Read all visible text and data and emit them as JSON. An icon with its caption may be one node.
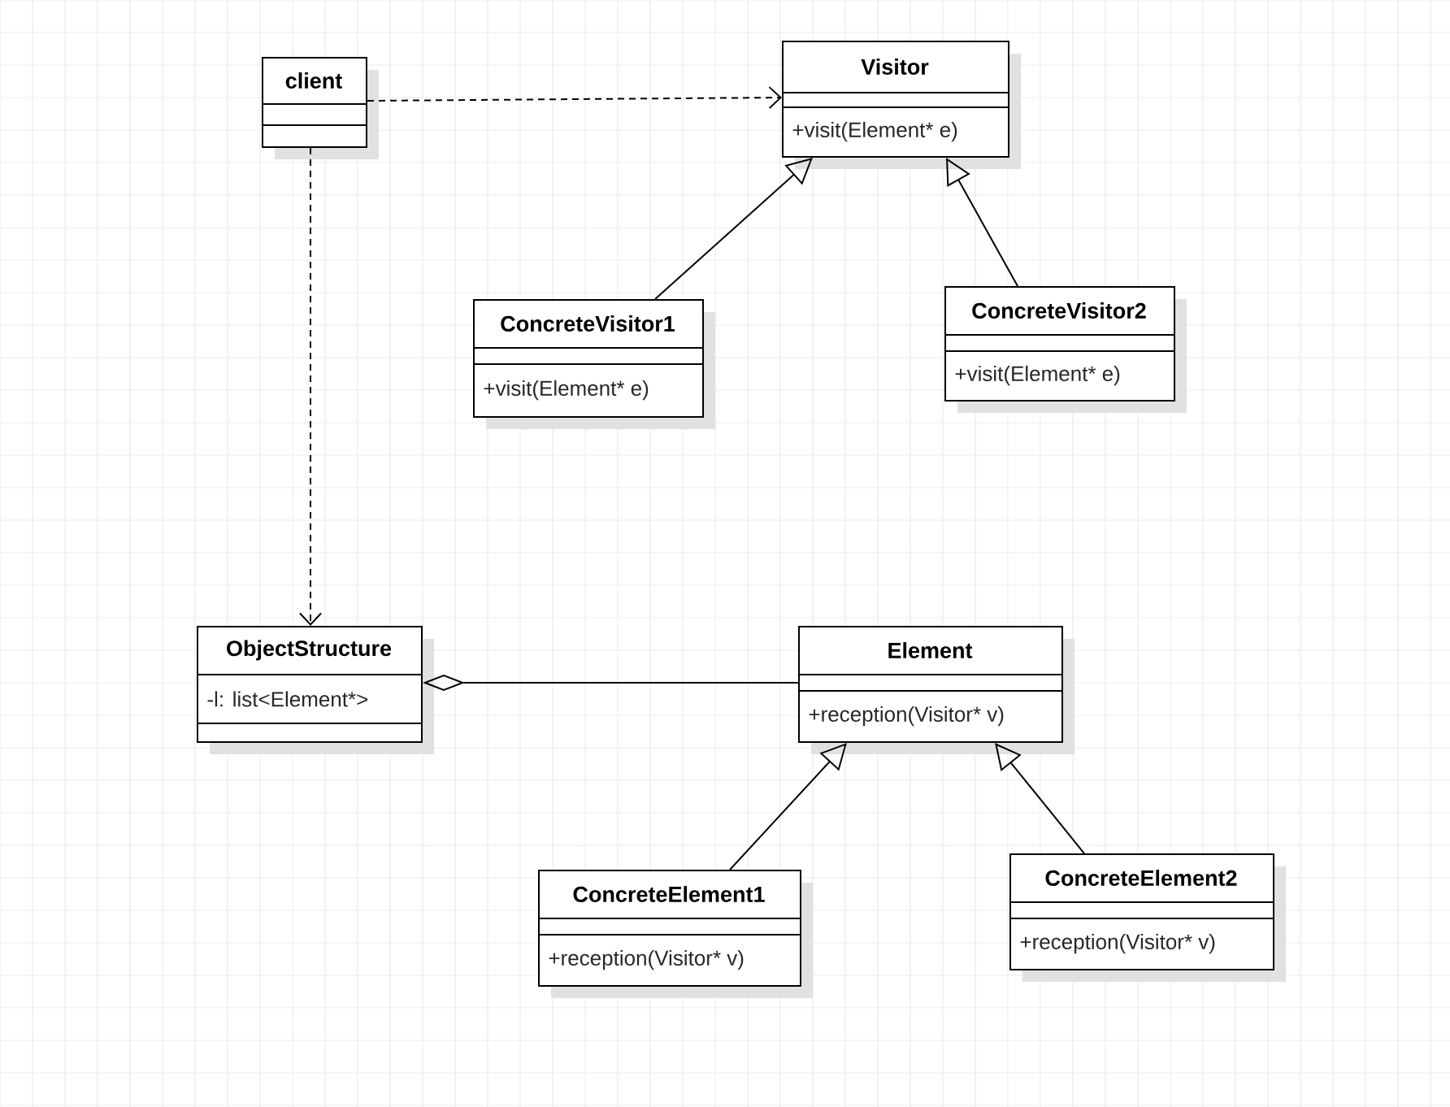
{
  "diagram": {
    "nodes": [
      {
        "text": [
          "client"
        ]
      },
      {
        "text": [
          "Visitor",
          "+visit(Element* e)"
        ]
      },
      {
        "text": [
          "ConcreteVisitor1",
          "+visit(Element* e)"
        ]
      },
      {
        "text": [
          "ConcreteVisitor2",
          "+visit(Element* e)"
        ]
      },
      {
        "text": [
          "ObjectStructure",
          "-l: list<Element*>"
        ]
      },
      {
        "text": [
          "Element",
          "+reception(Visitor* v)"
        ]
      },
      {
        "text": [
          "ConcreteElement1",
          "+reception(Visitor* v)"
        ]
      },
      {
        "text": [
          "ConcreteElement2",
          "+reception(Visitor* v)"
        ]
      }
    ],
    "edges": [
      {
        "from": 0,
        "to": 1,
        "arrow": "to",
        "style": "dashed"
      },
      {
        "from": 0,
        "to": 4,
        "arrow": "to",
        "style": "dashed"
      },
      {
        "from": 2,
        "to": 1,
        "arrow": "to"
      },
      {
        "from": 3,
        "to": 1,
        "arrow": "to"
      },
      {
        "from": 4,
        "to": 5,
        "arrow": "other"
      },
      {
        "from": 6,
        "to": 5,
        "arrow": "to"
      },
      {
        "from": 7,
        "to": 5,
        "arrow": "to"
      }
    ]
  }
}
